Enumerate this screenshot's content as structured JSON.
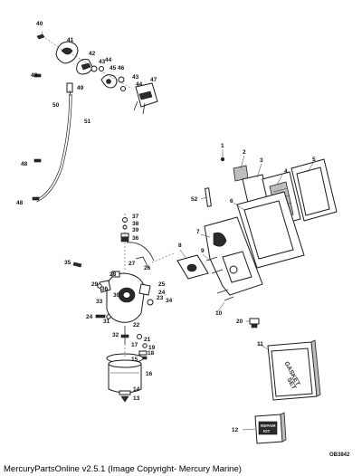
{
  "footer": {
    "text": "MercuryPartsOnline v2.5.1 (Image Copyright- Mercury Marine)"
  },
  "diagram_code": "OB3842",
  "boxes": {
    "gasket_set": {
      "line1": "GASKET",
      "line2": "SET"
    },
    "repair_kit": {
      "line1": "REPAIR",
      "line2": "KIT"
    }
  },
  "callouts": [
    {
      "n": "40"
    },
    {
      "n": "41"
    },
    {
      "n": "42"
    },
    {
      "n": "43"
    },
    {
      "n": "44"
    },
    {
      "n": "45"
    },
    {
      "n": "46"
    },
    {
      "n": "43"
    },
    {
      "n": "44"
    },
    {
      "n": "47"
    },
    {
      "n": "48"
    },
    {
      "n": "49"
    },
    {
      "n": "50"
    },
    {
      "n": "51"
    },
    {
      "n": "48"
    },
    {
      "n": "48"
    },
    {
      "n": "1"
    },
    {
      "n": "2"
    },
    {
      "n": "3"
    },
    {
      "n": "4"
    },
    {
      "n": "5"
    },
    {
      "n": "52"
    },
    {
      "n": "6"
    },
    {
      "n": "37"
    },
    {
      "n": "38"
    },
    {
      "n": "39"
    },
    {
      "n": "36"
    },
    {
      "n": "7"
    },
    {
      "n": "8"
    },
    {
      "n": "35"
    },
    {
      "n": "9"
    },
    {
      "n": "27"
    },
    {
      "n": "26"
    },
    {
      "n": "28"
    },
    {
      "n": "36"
    },
    {
      "n": "29"
    },
    {
      "n": "25"
    },
    {
      "n": "24"
    },
    {
      "n": "30"
    },
    {
      "n": "23"
    },
    {
      "n": "33"
    },
    {
      "n": "34"
    },
    {
      "n": "10"
    },
    {
      "n": "24"
    },
    {
      "n": "31"
    },
    {
      "n": "22"
    },
    {
      "n": "20"
    },
    {
      "n": "32"
    },
    {
      "n": "21"
    },
    {
      "n": "19"
    },
    {
      "n": "17"
    },
    {
      "n": "18"
    },
    {
      "n": "15"
    },
    {
      "n": "16"
    },
    {
      "n": "14"
    },
    {
      "n": "13"
    },
    {
      "n": "11"
    },
    {
      "n": "12"
    }
  ]
}
